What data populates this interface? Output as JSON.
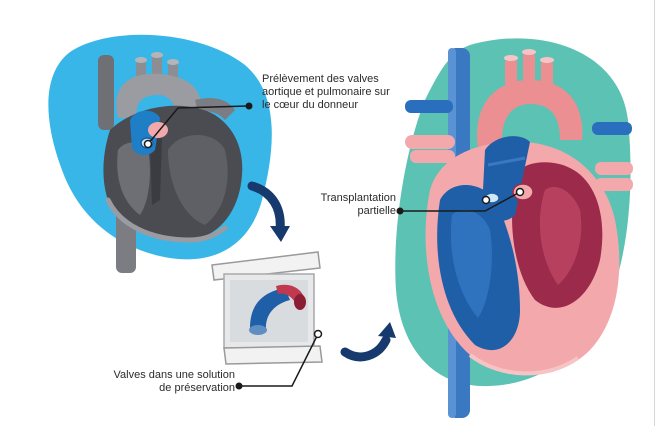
{
  "labels": {
    "harvest": [
      "Prélèvement des valves",
      "aortique et pulmonaire sur",
      "le cœur du donneur"
    ],
    "transplant": [
      "Transplantation",
      "partielle"
    ],
    "preservation": [
      "Valves dans une solution",
      "de préservation"
    ]
  },
  "colors": {
    "cyan_blob": "#38b6e8",
    "teal_blob": "#5cc2b3",
    "donor_heart_grey": "#4a4c52",
    "recipient_blue": "#1f5fa8",
    "recipient_pink": "#ec8f92",
    "recipient_dark_red": "#9c2a4a",
    "arrow_navy": "#173a6e"
  }
}
